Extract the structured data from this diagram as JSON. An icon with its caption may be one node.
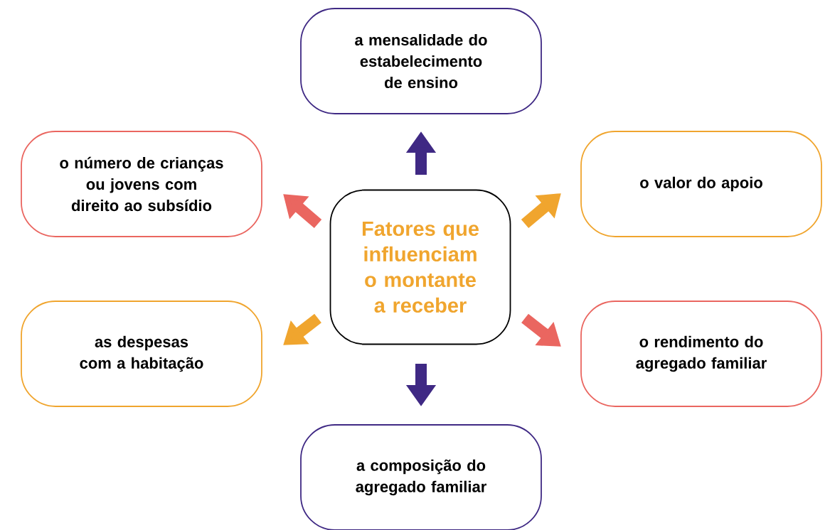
{
  "diagram": {
    "nodes": [
      {
        "text": [
          "a mensalidade do estabelecimento de ensino"
        ]
      },
      {
        "text": [
          "o número de crianças ou jovens com direito ao subsídio"
        ]
      },
      {
        "text": [
          "o valor do apoio"
        ]
      },
      {
        "text": [
          "Fatores que influenciam o montante a receber"
        ]
      },
      {
        "text": [
          "as despesas com a habitação"
        ]
      },
      {
        "text": [
          "o rendimento do agregado familiar"
        ]
      },
      {
        "text": [
          "a composição do agregado familiar"
        ]
      }
    ],
    "edges": [
      {
        "from": 3,
        "to": 0,
        "arrow": "to",
        "color": "#3f2984"
      },
      {
        "from": 3,
        "to": 1,
        "arrow": "to",
        "color": "#ea6660"
      },
      {
        "from": 3,
        "to": 2,
        "arrow": "to",
        "color": "#f0a52e"
      },
      {
        "from": 3,
        "to": 4,
        "arrow": "to",
        "color": "#f0a52e"
      },
      {
        "from": 3,
        "to": 5,
        "arrow": "to",
        "color": "#ea6660"
      },
      {
        "from": 3,
        "to": 6,
        "arrow": "to",
        "color": "#3f2984"
      }
    ]
  }
}
